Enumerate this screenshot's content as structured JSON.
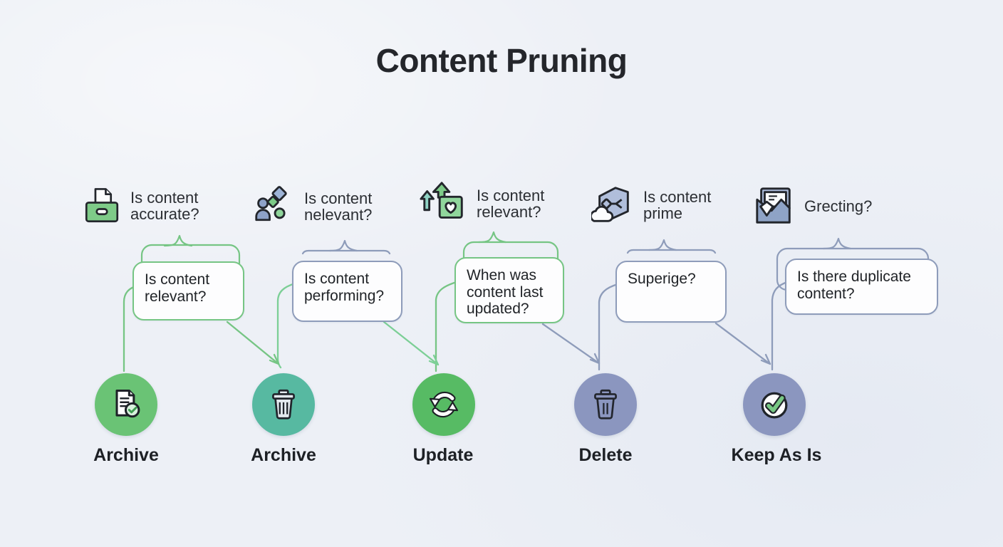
{
  "title": "Content Pruning",
  "colors": {
    "background": "#edf0f6",
    "title_ink": "#24262b",
    "green_accent": "#76c584",
    "slate_accent": "#8e9cba"
  },
  "columns": [
    {
      "icon": "archive-box-icon",
      "question": "Is content\naccurate?",
      "bubble_question": "Is content\nrelevant?",
      "bubble_style": "green",
      "action": "Archive",
      "action_icon": "document-check-icon",
      "circle_color": "#6ac375"
    },
    {
      "icon": "audience-diamonds-icon",
      "question": "Is content\nnelevant?",
      "bubble_question": "Is content\nperforming?",
      "bubble_style": "slate",
      "action": "Archive",
      "action_icon": "trash-icon",
      "circle_color": "#57b9a1"
    },
    {
      "icon": "growth-arrows-icon",
      "question": "Is content\nrelevant?",
      "bubble_question": "When was\ncontent last\nupdated?",
      "bubble_style": "green",
      "action": "Update",
      "action_icon": "recycle-icon",
      "circle_color": "#57bb64"
    },
    {
      "icon": "package-molecule-icon",
      "question": "Is content\nprime",
      "bubble_question": "Superige?",
      "bubble_style": "slate",
      "action": "Delete",
      "action_icon": "trash-outline-icon",
      "circle_color": "#8b96bf"
    },
    {
      "icon": "content-folder-icon",
      "question": "Grecting?",
      "bubble_question": "Is there duplicate\ncontent?",
      "bubble_style": "slate",
      "action": "Keep As Is",
      "action_icon": "check-circle-icon",
      "circle_color": "#8b96bf"
    }
  ]
}
